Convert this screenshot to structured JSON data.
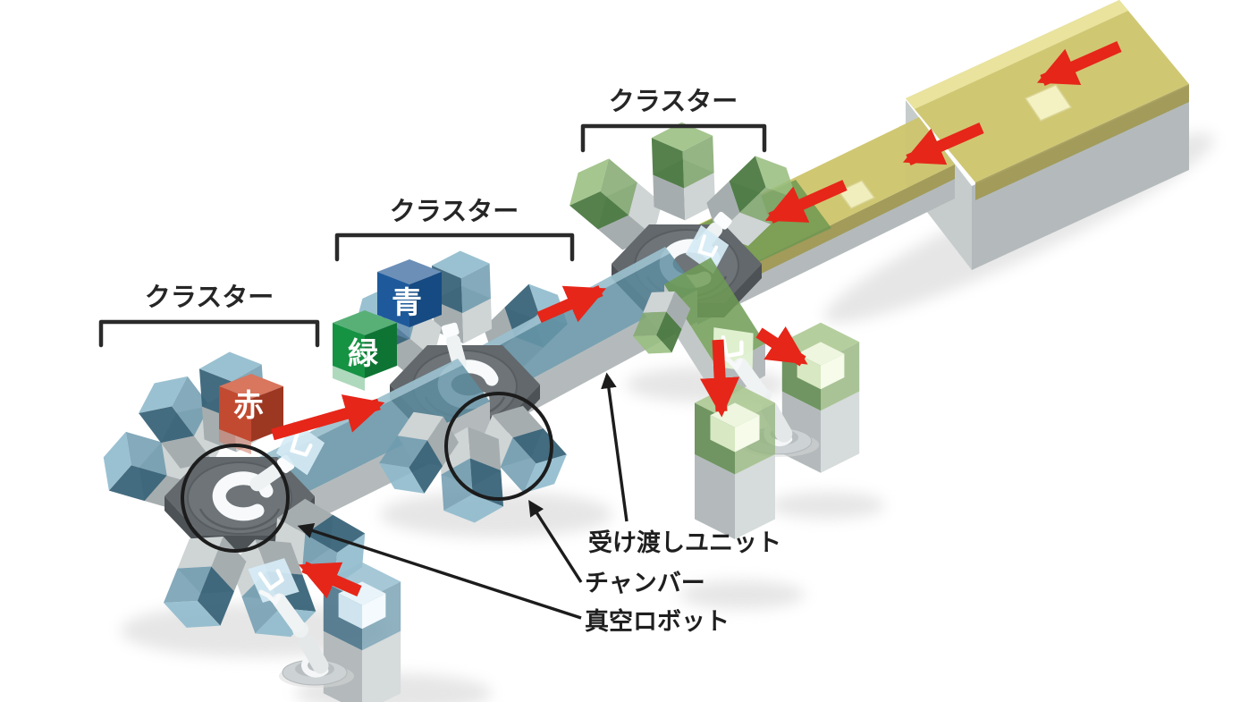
{
  "clusters": [
    {
      "id": "left",
      "label": "クラスター",
      "chamber_color": "#3a6075"
    },
    {
      "id": "middle",
      "label": "クラスター",
      "chamber_color": "#3a6075"
    },
    {
      "id": "right",
      "label": "クラスター",
      "chamber_color": "#48763e"
    }
  ],
  "process_cubes": [
    {
      "label": "赤",
      "color": "#c24a31"
    },
    {
      "label": "青",
      "color": "#1e5a9b"
    },
    {
      "label": "緑",
      "color": "#169243"
    }
  ],
  "annotations": {
    "transfer_unit": "受け渡しユニット",
    "chamber": "チャンバー",
    "vacuum_robot": "真空ロボット"
  },
  "colors": {
    "arrow_red": "#e62619",
    "conveyor_yellow": "#cdc46c",
    "walkway_blue": "#5c8ca0",
    "process_green": "#6e9b55",
    "base_gray": "#b4babb",
    "hub_gray": "#63686c",
    "outline_black": "#1c1c1c"
  }
}
